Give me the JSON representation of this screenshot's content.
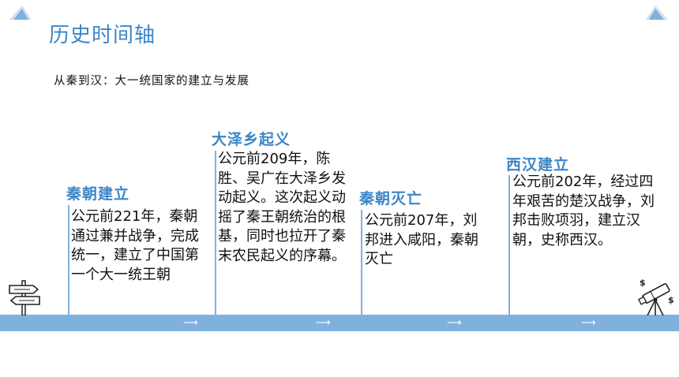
{
  "header": {
    "title": "历史时间轴",
    "subtitle": "从秦到汉：大一统国家的建立与发展"
  },
  "timeline": {
    "arrow_glyph": "⟶",
    "events": [
      {
        "title": "秦朝建立",
        "text": "公元前221年，秦朝通过兼并战争，完成统一，建立了中国第一个大一统王朝"
      },
      {
        "title": "大泽乡起义",
        "text": "公元前209年，陈胜、吴广在大泽乡发动起义。这次起义动摇了秦王朝统治的根基，同时也拉开了秦末农民起义的序幕。"
      },
      {
        "title": "秦朝灭亡",
        "text": "公元前207年，刘邦进入咸阳，秦朝灭亡"
      },
      {
        "title": "西汉建立",
        "text": "公元前202年，经过四年艰苦的楚汉战争，刘邦击败项羽，建立汉朝，史称西汉。"
      }
    ]
  },
  "decorations": {
    "left_icon": "signpost-icon",
    "right_icon": "telescope-icon",
    "corner_icon": "triangle-icon",
    "dollar_sign": "$"
  },
  "colors": {
    "accent": "#3b86c8",
    "band": "#7fb1df",
    "text": "#111111"
  }
}
